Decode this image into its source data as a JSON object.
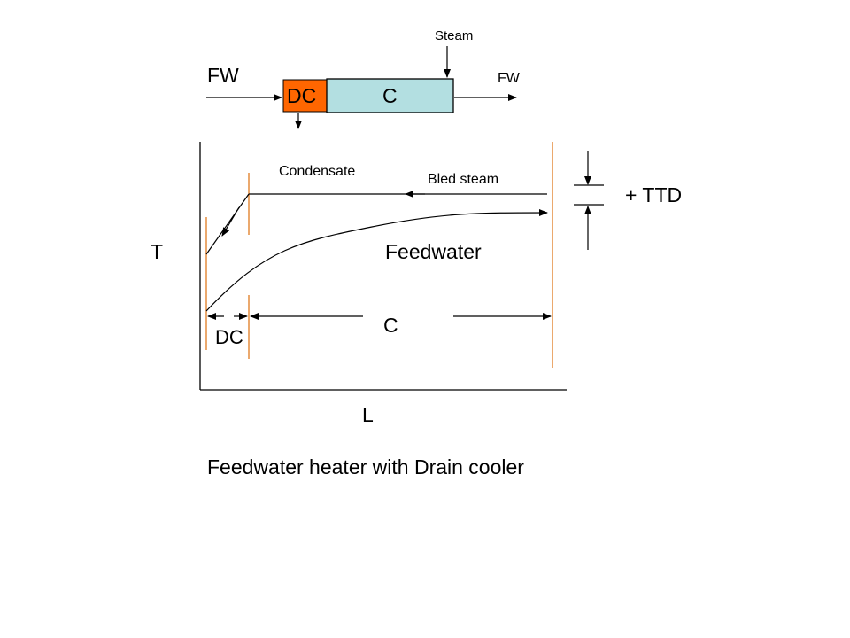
{
  "schematic": {
    "steam_label": "Steam",
    "fw_in_label": "FW",
    "fw_out_label": "FW",
    "drain_cooler_label": "DC",
    "condenser_label": "C"
  },
  "plot": {
    "condensate_label": "Condensate",
    "bled_steam_label": "Bled steam",
    "ttd_label": "+ TTD",
    "y_axis_label": "T",
    "x_axis_label": "L",
    "feedwater_label": "Feedwater",
    "condensing_zone_label": "C",
    "drain_cooler_zone_label": "DC"
  },
  "caption": "Feedwater heater with Drain cooler",
  "colors": {
    "drain_cooler_fill": "#ff6600",
    "condenser_fill": "#b3dfe1",
    "zone_boundary": "#e07b20",
    "line": "#000000"
  }
}
